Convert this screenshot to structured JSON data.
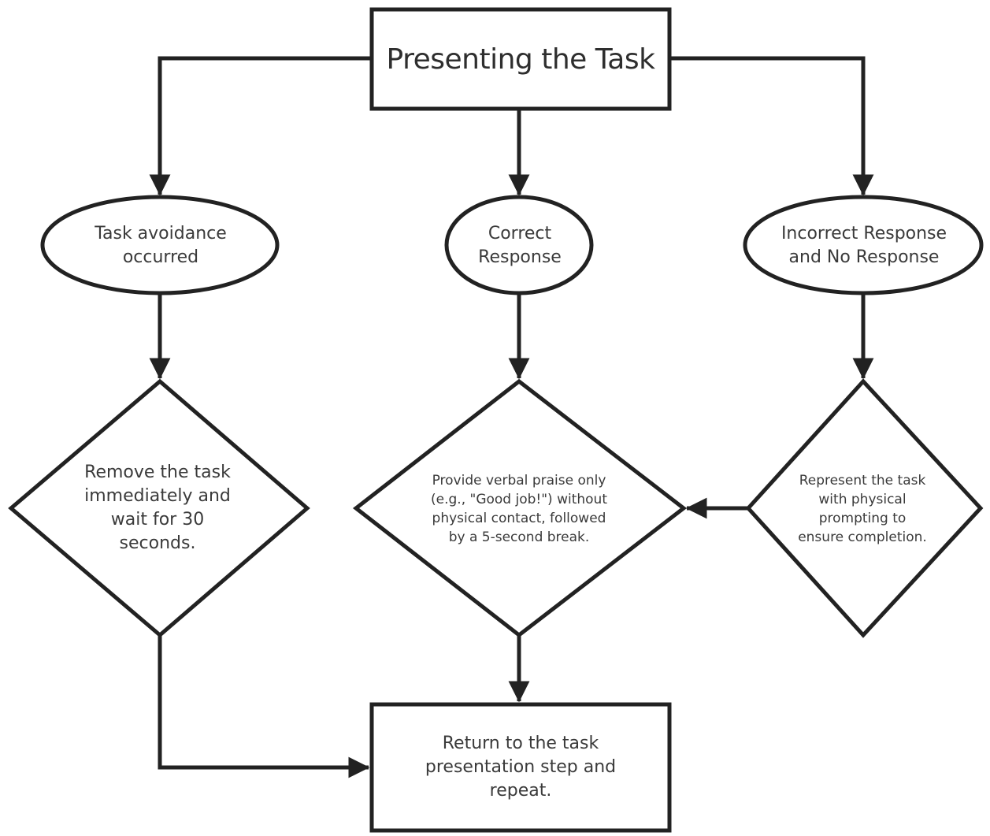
{
  "nodes": {
    "start": {
      "label": "Presenting the Task"
    },
    "avoidance": {
      "label": "Task avoidance occurred"
    },
    "correct": {
      "label": "Correct Response"
    },
    "incorrect": {
      "label": "Incorrect Response and No Response"
    },
    "remove_task": {
      "label": "Remove the task immediately and wait for 30 seconds."
    },
    "praise": {
      "label": "Provide verbal praise only (e.g., \"Good job!\") without physical contact, followed by a 5-second break."
    },
    "represent": {
      "label": "Represent the task with physical prompting to ensure completion."
    },
    "return": {
      "label": "Return to the task presentation step and repeat."
    }
  },
  "edges": [
    {
      "from": "start",
      "to": "avoidance"
    },
    {
      "from": "start",
      "to": "correct"
    },
    {
      "from": "start",
      "to": "incorrect"
    },
    {
      "from": "avoidance",
      "to": "remove_task"
    },
    {
      "from": "correct",
      "to": "praise"
    },
    {
      "from": "incorrect",
      "to": "represent"
    },
    {
      "from": "represent",
      "to": "praise"
    },
    {
      "from": "remove_task",
      "to": "return"
    },
    {
      "from": "praise",
      "to": "return"
    }
  ]
}
